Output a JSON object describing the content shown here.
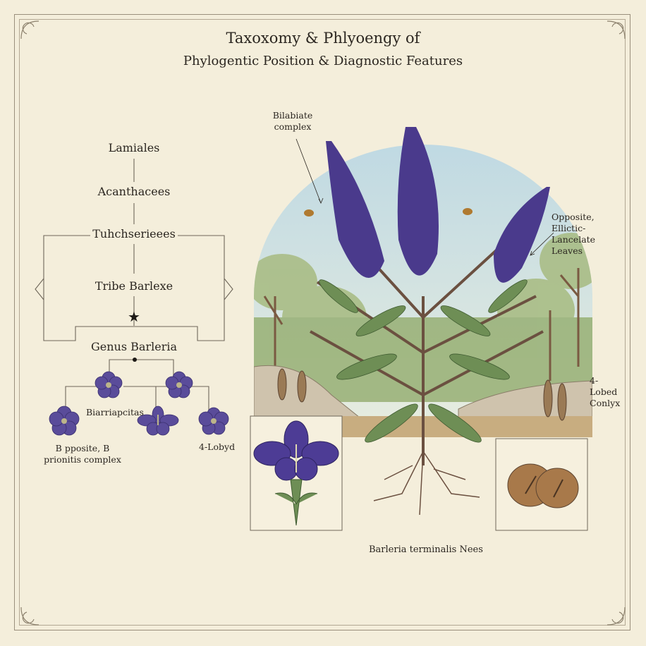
{
  "header": {
    "title": "Taxoxomy & Phlyoengy of",
    "subtitle": "Phylogentic Position & Diagnostic Features"
  },
  "tree": {
    "order": "Lamiales",
    "family": "Acanthacees",
    "subfamily": "Tuhchserieees",
    "tribe": "Tribe Barlexe",
    "genus": "Genus Barleria",
    "leaf_center": "Biarriapcitas",
    "leaf_left": "B pposite, B prionitis complex",
    "leaf_right": "4-Lobyd"
  },
  "illustration": {
    "label_bilabiate": "Bilabiate complex",
    "label_leaves": "Opposite, Ellictic-Lancelate Leaves",
    "label_calyx": "4-Lobed Conlyx",
    "caption": "Barleria terminalis Nees"
  },
  "colors": {
    "paper": "#f4eedb",
    "flower": "#4a3a8c",
    "leaf": "#5f7f4a",
    "stem": "#6b5040",
    "sky": "#cfe0e6"
  }
}
